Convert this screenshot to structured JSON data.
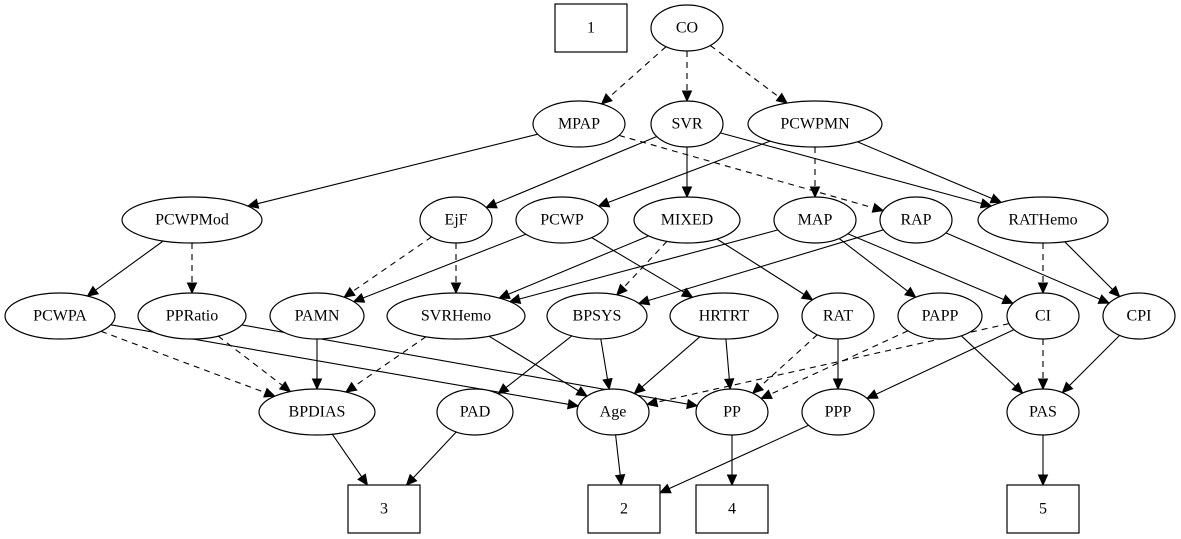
{
  "nodes": [
    {
      "id": "1",
      "label": "1",
      "shape": "box"
    },
    {
      "id": "CO",
      "label": "CO",
      "shape": "ellipse"
    },
    {
      "id": "MPAP",
      "label": "MPAP",
      "shape": "ellipse"
    },
    {
      "id": "SVR",
      "label": "SVR",
      "shape": "ellipse"
    },
    {
      "id": "PCWPMN",
      "label": "PCWPMN",
      "shape": "ellipse"
    },
    {
      "id": "PCWPMod",
      "label": "PCWPMod",
      "shape": "ellipse"
    },
    {
      "id": "EjF",
      "label": "EjF",
      "shape": "ellipse"
    },
    {
      "id": "PCWP",
      "label": "PCWP",
      "shape": "ellipse"
    },
    {
      "id": "MIXED",
      "label": "MIXED",
      "shape": "ellipse"
    },
    {
      "id": "MAP",
      "label": "MAP",
      "shape": "ellipse"
    },
    {
      "id": "RAP",
      "label": "RAP",
      "shape": "ellipse"
    },
    {
      "id": "RATHemo",
      "label": "RATHemo",
      "shape": "ellipse"
    },
    {
      "id": "PCWPA",
      "label": "PCWPA",
      "shape": "ellipse"
    },
    {
      "id": "PPRatio",
      "label": "PPRatio",
      "shape": "ellipse"
    },
    {
      "id": "PAMN",
      "label": "PAMN",
      "shape": "ellipse"
    },
    {
      "id": "SVRHemo",
      "label": "SVRHemo",
      "shape": "ellipse"
    },
    {
      "id": "BPSYS",
      "label": "BPSYS",
      "shape": "ellipse"
    },
    {
      "id": "HRTRT",
      "label": "HRTRT",
      "shape": "ellipse"
    },
    {
      "id": "RAT",
      "label": "RAT",
      "shape": "ellipse"
    },
    {
      "id": "PAPP",
      "label": "PAPP",
      "shape": "ellipse"
    },
    {
      "id": "CI",
      "label": "CI",
      "shape": "ellipse"
    },
    {
      "id": "CPI",
      "label": "CPI",
      "shape": "ellipse"
    },
    {
      "id": "BPDIAS",
      "label": "BPDIAS",
      "shape": "ellipse"
    },
    {
      "id": "PAD",
      "label": "PAD",
      "shape": "ellipse"
    },
    {
      "id": "Age",
      "label": "Age",
      "shape": "ellipse"
    },
    {
      "id": "PP",
      "label": "PP",
      "shape": "ellipse"
    },
    {
      "id": "PPP",
      "label": "PPP",
      "shape": "ellipse"
    },
    {
      "id": "PAS",
      "label": "PAS",
      "shape": "ellipse"
    },
    {
      "id": "3",
      "label": "3",
      "shape": "box"
    },
    {
      "id": "2",
      "label": "2",
      "shape": "box"
    },
    {
      "id": "4",
      "label": "4",
      "shape": "box"
    },
    {
      "id": "5",
      "label": "5",
      "shape": "box"
    }
  ],
  "edges": [
    {
      "from": "CO",
      "to": "MPAP",
      "style": "dashed"
    },
    {
      "from": "CO",
      "to": "SVR",
      "style": "dashed"
    },
    {
      "from": "CO",
      "to": "PCWPMN",
      "style": "dashed"
    },
    {
      "from": "MPAP",
      "to": "PCWPMod",
      "style": "solid"
    },
    {
      "from": "MPAP",
      "to": "RAP",
      "style": "dashed"
    },
    {
      "from": "SVR",
      "to": "EjF",
      "style": "solid"
    },
    {
      "from": "SVR",
      "to": "MIXED",
      "style": "solid"
    },
    {
      "from": "SVR",
      "to": "RATHemo",
      "style": "solid"
    },
    {
      "from": "PCWPMN",
      "to": "PCWP",
      "style": "solid"
    },
    {
      "from": "PCWPMN",
      "to": "MAP",
      "style": "dashed"
    },
    {
      "from": "PCWPMN",
      "to": "RATHemo",
      "style": "solid"
    },
    {
      "from": "PCWPMod",
      "to": "PCWPA",
      "style": "solid"
    },
    {
      "from": "PCWPMod",
      "to": "PPRatio",
      "style": "dashed"
    },
    {
      "from": "EjF",
      "to": "PAMN",
      "style": "dashed"
    },
    {
      "from": "EjF",
      "to": "SVRHemo",
      "style": "dashed"
    },
    {
      "from": "PCWP",
      "to": "PAMN",
      "style": "solid"
    },
    {
      "from": "PCWP",
      "to": "HRTRT",
      "style": "solid"
    },
    {
      "from": "MIXED",
      "to": "SVRHemo",
      "style": "solid"
    },
    {
      "from": "MIXED",
      "to": "BPSYS",
      "style": "dashed"
    },
    {
      "from": "MIXED",
      "to": "RAT",
      "style": "solid"
    },
    {
      "from": "MAP",
      "to": "SVRHemo",
      "style": "solid"
    },
    {
      "from": "MAP",
      "to": "PAPP",
      "style": "solid"
    },
    {
      "from": "MAP",
      "to": "CI",
      "style": "solid"
    },
    {
      "from": "RAP",
      "to": "BPSYS",
      "style": "solid"
    },
    {
      "from": "RAP",
      "to": "CPI",
      "style": "solid"
    },
    {
      "from": "RATHemo",
      "to": "CI",
      "style": "dashed"
    },
    {
      "from": "RATHemo",
      "to": "CPI",
      "style": "solid"
    },
    {
      "from": "PCWPA",
      "to": "BPDIAS",
      "style": "dashed"
    },
    {
      "from": "PCWPA",
      "to": "Age",
      "style": "solid"
    },
    {
      "from": "PPRatio",
      "to": "BPDIAS",
      "style": "dashed"
    },
    {
      "from": "PPRatio",
      "to": "PP",
      "style": "solid"
    },
    {
      "from": "PAMN",
      "to": "BPDIAS",
      "style": "solid"
    },
    {
      "from": "SVRHemo",
      "to": "BPDIAS",
      "style": "dashed"
    },
    {
      "from": "SVRHemo",
      "to": "Age",
      "style": "solid"
    },
    {
      "from": "BPSYS",
      "to": "PAD",
      "style": "solid"
    },
    {
      "from": "BPSYS",
      "to": "Age",
      "style": "solid"
    },
    {
      "from": "HRTRT",
      "to": "Age",
      "style": "solid"
    },
    {
      "from": "HRTRT",
      "to": "PP",
      "style": "solid"
    },
    {
      "from": "RAT",
      "to": "PP",
      "style": "dashed"
    },
    {
      "from": "RAT",
      "to": "PPP",
      "style": "solid"
    },
    {
      "from": "PAPP",
      "to": "PP",
      "style": "dashed"
    },
    {
      "from": "PAPP",
      "to": "PAS",
      "style": "solid"
    },
    {
      "from": "CI",
      "to": "Age",
      "style": "dashed"
    },
    {
      "from": "CI",
      "to": "PPP",
      "style": "solid"
    },
    {
      "from": "CI",
      "to": "PAS",
      "style": "dashed"
    },
    {
      "from": "CPI",
      "to": "PAS",
      "style": "solid"
    },
    {
      "from": "BPDIAS",
      "to": "3",
      "style": "solid"
    },
    {
      "from": "PAD",
      "to": "3",
      "style": "solid"
    },
    {
      "from": "Age",
      "to": "2",
      "style": "solid"
    },
    {
      "from": "PPP",
      "to": "2",
      "style": "solid"
    },
    {
      "from": "PP",
      "to": "4",
      "style": "solid"
    },
    {
      "from": "PAS",
      "to": "5",
      "style": "solid"
    }
  ]
}
